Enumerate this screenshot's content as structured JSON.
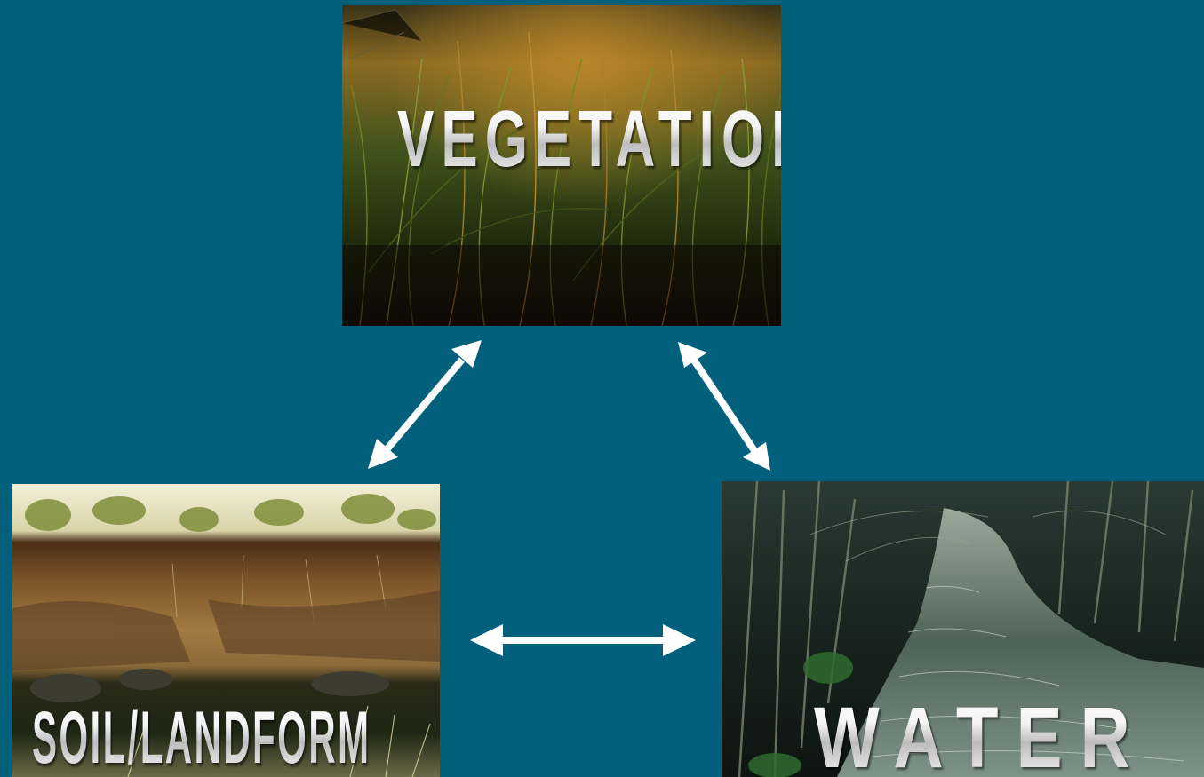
{
  "diagram": {
    "nodes": [
      {
        "id": "vegetation",
        "label": "VEGETATION",
        "image": "grass-photo"
      },
      {
        "id": "soil",
        "label": "SOIL/LANDFORM",
        "image": "eroded-bank-photo"
      },
      {
        "id": "water",
        "label": "WATER",
        "image": "stream-photo"
      }
    ],
    "edges": [
      {
        "from": "vegetation",
        "to": "soil",
        "type": "bidirectional"
      },
      {
        "from": "vegetation",
        "to": "water",
        "type": "bidirectional"
      },
      {
        "from": "soil",
        "to": "water",
        "type": "bidirectional"
      }
    ]
  },
  "colors": {
    "background": "#03607c",
    "arrow": "#ffffff",
    "label": "#ffffff"
  }
}
